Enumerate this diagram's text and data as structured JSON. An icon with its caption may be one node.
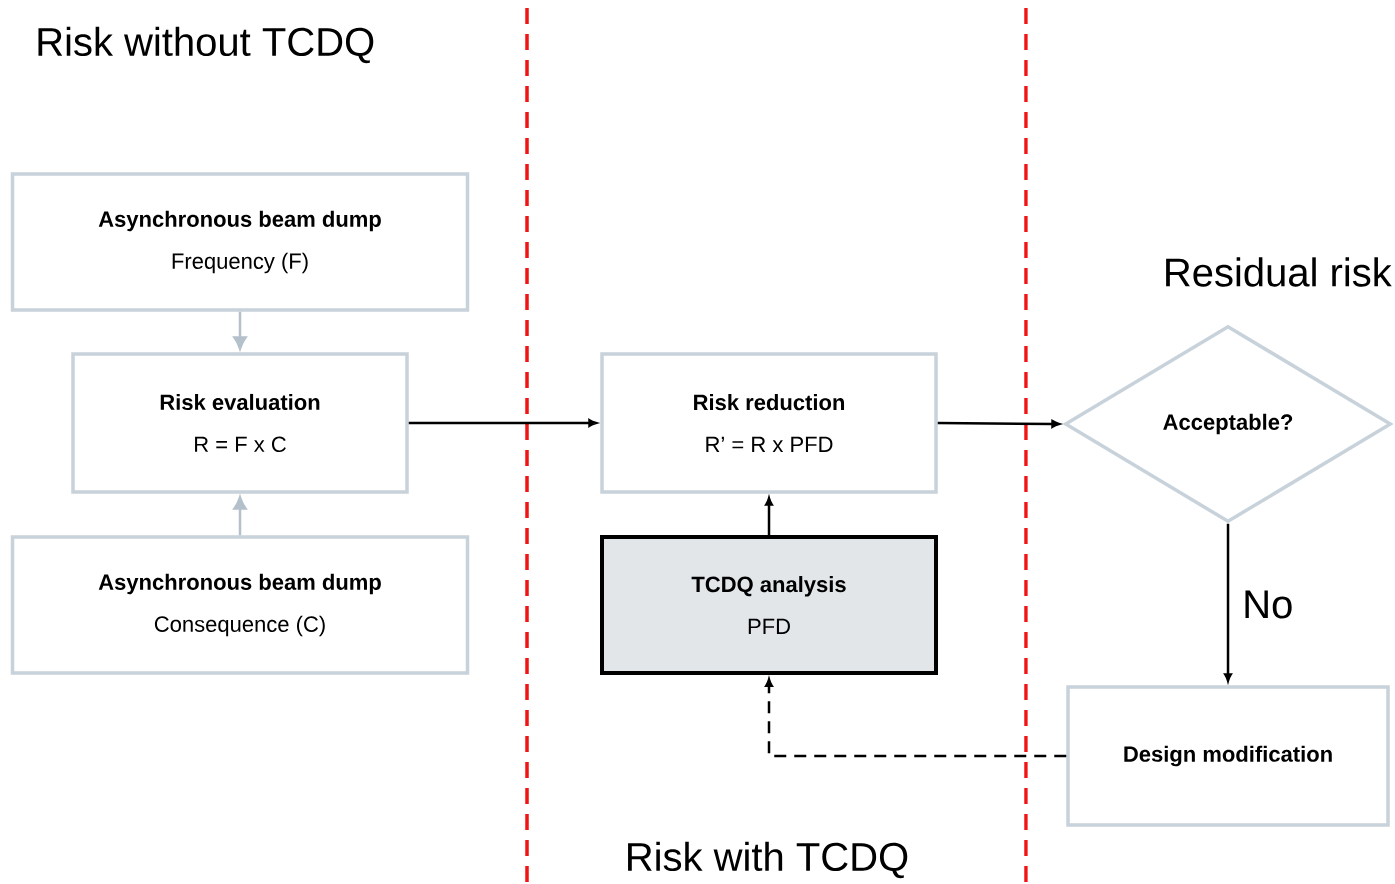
{
  "diagram": {
    "nodes": [
      {
        "text": [
          "Asynchronous beam dump",
          "Frequency (F)"
        ]
      },
      {
        "text": [
          "Risk evaluation",
          "R = F x C"
        ]
      },
      {
        "text": [
          "Asynchronous beam dump",
          "Consequence (C)"
        ]
      },
      {
        "text": [
          "Risk reduction",
          "R’ = R x PFD"
        ]
      },
      {
        "text": [
          "TCDQ analysis",
          "PFD"
        ]
      },
      {
        "text": [
          "Acceptable?"
        ]
      },
      {
        "text": [
          "Design modification"
        ]
      }
    ],
    "edges": [
      {
        "from": 0,
        "to": 1,
        "arrow": "to",
        "color": "#b4c0ca"
      },
      {
        "from": 2,
        "to": 1,
        "arrow": "to",
        "color": "#b4c0ca"
      },
      {
        "from": 1,
        "to": 3,
        "arrow": "to"
      },
      {
        "from": 3,
        "to": 5,
        "arrow": "to"
      },
      {
        "from": 4,
        "to": 3,
        "arrow": "to"
      },
      {
        "from": 5,
        "to": 6,
        "arrow": "to",
        "label": "No"
      },
      {
        "from": 6,
        "to": 4,
        "arrow": "to",
        "style": "dashed"
      }
    ],
    "labels": [
      "Risk without TCDQ",
      "Residual risk",
      "Risk with TCDQ"
    ]
  }
}
